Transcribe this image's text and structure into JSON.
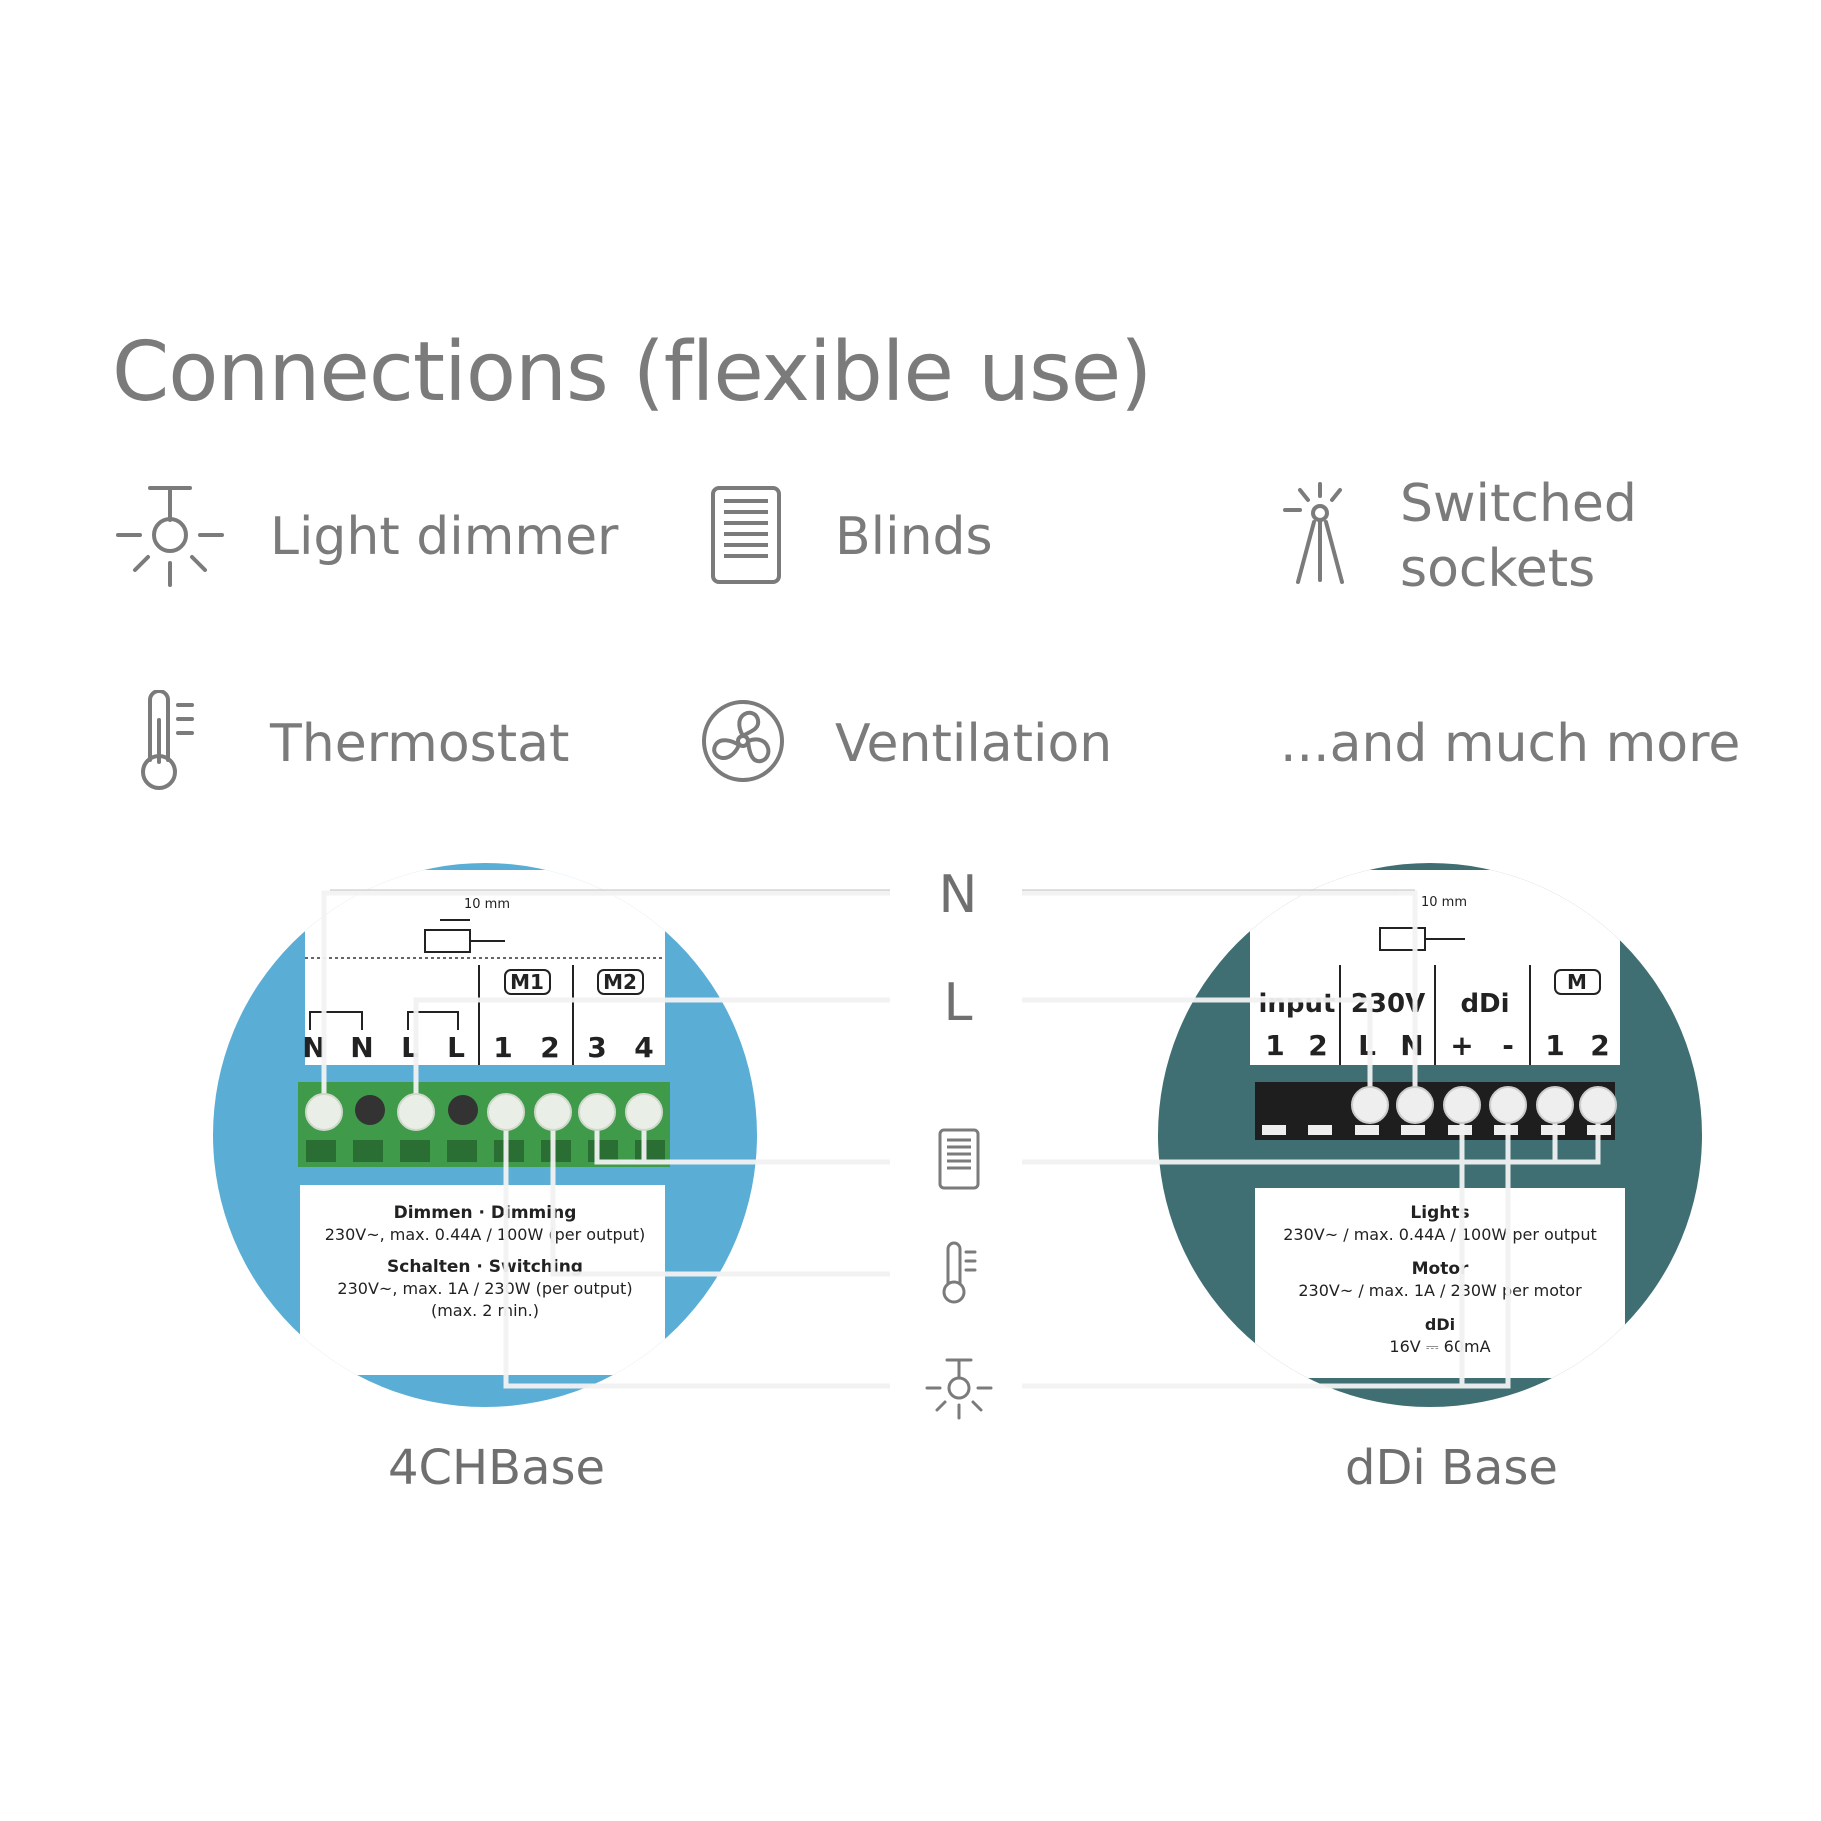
{
  "title": "Connections (flexible use)",
  "features": [
    {
      "label": "Light dimmer",
      "icon": "light-icon"
    },
    {
      "label": "Blinds",
      "icon": "blinds-icon"
    },
    {
      "label_lines": [
        "Switched",
        "sockets"
      ],
      "icon": "socket-icon"
    },
    {
      "label": "Thermostat",
      "icon": "thermometer-icon"
    },
    {
      "label": "Ventilation",
      "icon": "fan-icon"
    },
    {
      "label": "...and much more"
    }
  ],
  "wires": {
    "n_label": "N",
    "l_label": "L",
    "icons": [
      "blinds-icon",
      "thermometer-icon",
      "light-icon"
    ]
  },
  "device_left": {
    "caption": "4CHBase",
    "color": "#5aaed6",
    "dim_label": "10 mm",
    "motor_labels": [
      "M1",
      "M2"
    ],
    "terminal_labels": [
      "N",
      "N",
      "L",
      "L",
      "1",
      "2",
      "3",
      "4"
    ],
    "label_lines": [
      "Dimmen · Dimming",
      "230V~, max. 0.44A / 100W (per output)",
      "Schalten · Switching",
      "230V~, max. 1A / 230W (per output)",
      "(max. 2 min.)"
    ]
  },
  "device_right": {
    "caption": "dDi Base",
    "color": "#3f6f72",
    "dim_label": "10 mm",
    "group_labels": [
      "input",
      "230V",
      "dDi",
      "M"
    ],
    "terminal_labels": [
      "1",
      "2",
      "L",
      "N",
      "+",
      "-",
      "1",
      "2"
    ],
    "label_lines": [
      "Lights",
      "230V~ / max. 0.44A / 100W per output",
      "Motor",
      "230V~ / max. 1A / 230W per motor",
      "dDi",
      "16V ⎓ 60mA"
    ]
  }
}
